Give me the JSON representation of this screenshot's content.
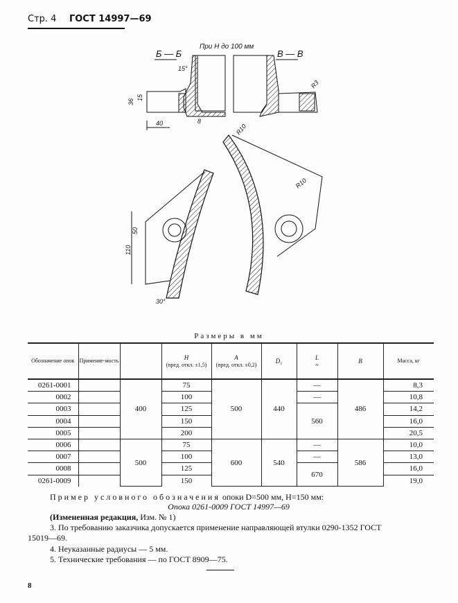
{
  "header": {
    "page": "Стр. 4",
    "standard": "ГОСТ 14997—69"
  },
  "drawing": {
    "note": "При H до 100 мм",
    "section_b": "Б — Б",
    "section_v": "В — В",
    "dims": {
      "angle15": "15°",
      "d36": "36",
      "d15": "15",
      "d40": "40",
      "d8": "8",
      "r3": "R3",
      "r10a": "R10",
      "r10b": "R10",
      "d50": "50",
      "d110": "110",
      "angle30": "30°"
    }
  },
  "table": {
    "units": "Размеры в мм",
    "headers": {
      "designation": "Обозначение опок",
      "applicability": "Применяе-мость",
      "d": "",
      "h": "H",
      "h_tol": "(пред. откл. ±1,5)",
      "a": "A",
      "a_tol": "(пред. откл. ±0,2)",
      "d1": "D₁",
      "l": "L",
      "l_sub": "≈",
      "b": "B",
      "mass": "Масса, кг"
    },
    "codes": [
      "0261-0001",
      "0002",
      "0003",
      "0004",
      "0005",
      "0006",
      "0007",
      "0008",
      "0261-0009"
    ],
    "d_groups": [
      "400",
      "500"
    ],
    "h": [
      "75",
      "100",
      "125",
      "150",
      "200",
      "75",
      "100",
      "125",
      "150"
    ],
    "a_groups": [
      "500",
      "600"
    ],
    "d1_groups": [
      "440",
      "540"
    ],
    "l": [
      "—",
      "—",
      "560",
      "—",
      "—",
      "670"
    ],
    "b_groups": [
      "486",
      "586"
    ],
    "mass": [
      "8,3",
      "10,8",
      "14,2",
      "16,0",
      "20,5",
      "10,0",
      "13,0",
      "16,0",
      "19,0"
    ]
  },
  "notes": {
    "example_label": "Пример условного обозначения",
    "example_text": "опоки D=500 мм, H=150 мм:",
    "example_designation": "Опока 0261-0009 ГОСТ 14997—69",
    "revision_bold": "(Измененная редакция,",
    "revision_rest": "Изм. № 1)",
    "n3": "3. По требованию заказчика допускается применение направляющей втулки 0290-1352 ГОСТ",
    "n3b": "15019—69.",
    "n4": "4. Неуказанные радиусы — 5 мм.",
    "n5": "5. Технические требования — по ГОСТ 8909—75.",
    "footer_mark": "8"
  }
}
